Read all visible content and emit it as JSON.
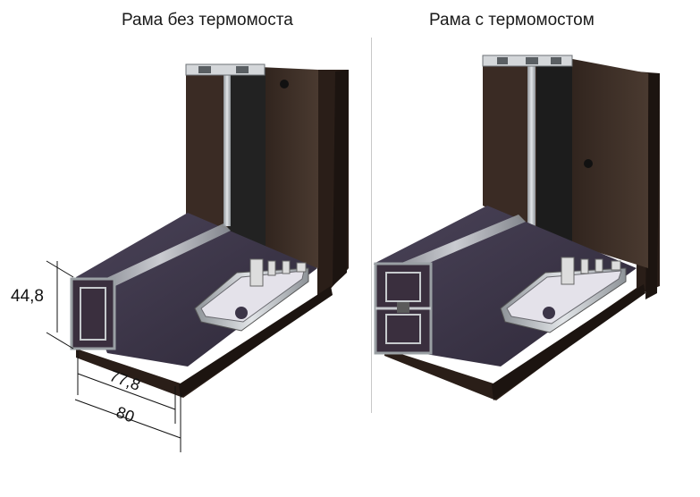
{
  "titles": {
    "left": "Рама без термомоста",
    "right": "Рама с термомостом"
  },
  "dimensions": {
    "height": "44,8",
    "inner_width": "77,8",
    "outer_width": "80"
  },
  "colors": {
    "frame_dark": "#3a2a22",
    "frame_panel": "#4a3a30",
    "floor": "#3c3548",
    "aluminum": "#b8bcc0",
    "bracket": "#e4e2ea",
    "divider": "#c8c8c8"
  }
}
